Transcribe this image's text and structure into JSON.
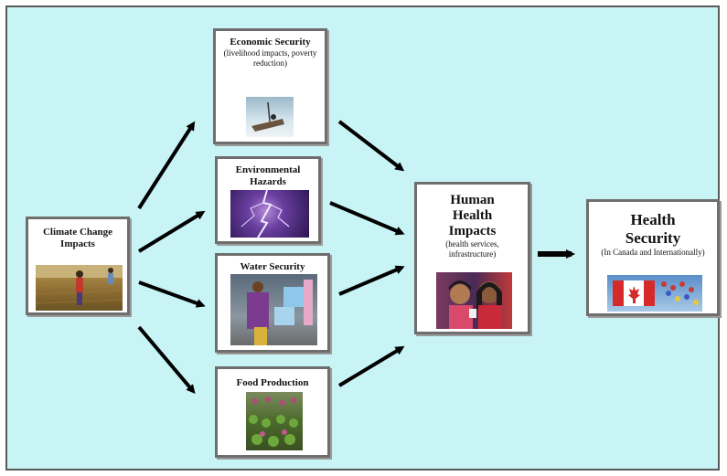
{
  "nodes": {
    "climate": {
      "title": "Climate Change Impacts",
      "image": "field-workers-photo"
    },
    "economic": {
      "title": "Economic Security",
      "subtitle": "(livelihood impacts, poverty reduction)",
      "image": "boat-on-ice-photo"
    },
    "environmental": {
      "title": "Environmental Hazards",
      "image": "lightning-photo"
    },
    "water": {
      "title": "Water Security",
      "image": "water-carrier-photo"
    },
    "food": {
      "title": "Food Production",
      "image": "crops-photo"
    },
    "health_impacts": {
      "title": "Human Health Impacts",
      "subtitle": "(health services, infrastructure)",
      "image": "mother-child-photo"
    },
    "health_security": {
      "title": "Health Security",
      "subtitle": "(In Canada and Internationally)",
      "image": "flags-photo"
    }
  },
  "edges": [
    {
      "from": "climate",
      "to": "economic"
    },
    {
      "from": "climate",
      "to": "environmental"
    },
    {
      "from": "climate",
      "to": "water"
    },
    {
      "from": "climate",
      "to": "food"
    },
    {
      "from": "economic",
      "to": "health_impacts"
    },
    {
      "from": "environmental",
      "to": "health_impacts"
    },
    {
      "from": "water",
      "to": "health_impacts"
    },
    {
      "from": "food",
      "to": "health_impacts"
    },
    {
      "from": "health_impacts",
      "to": "health_security"
    }
  ],
  "colors": {
    "background": "#c9f4f6",
    "box_border": "#6e6e6e",
    "arrow": "#000000"
  }
}
